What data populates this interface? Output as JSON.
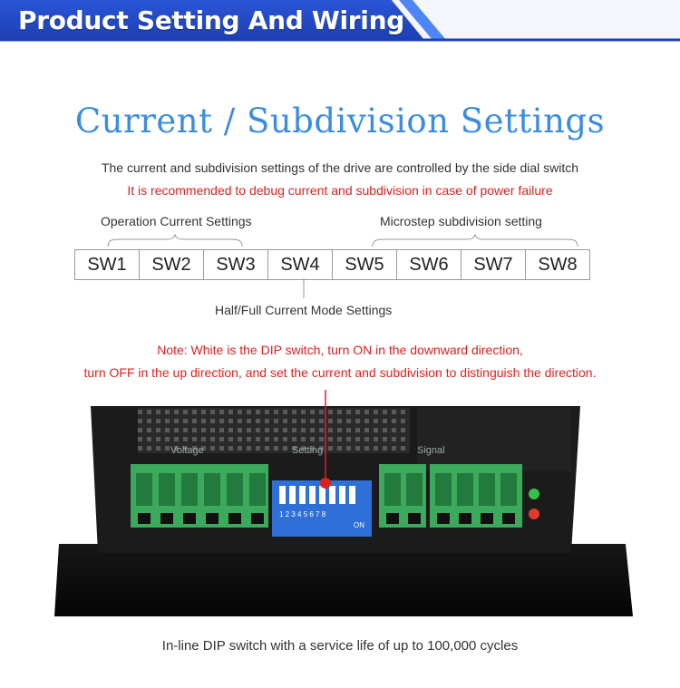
{
  "banner": {
    "title": "Product Setting And Wiring",
    "colors": {
      "primary": "#1f49c7",
      "accent": "#4f86f7"
    }
  },
  "section": {
    "title": "Current / Subdivision Settings",
    "description": "The current and subdivision settings of the drive are controlled by the side dial switch",
    "recommendation": "It is recommended to debug current and subdivision in case of power failure"
  },
  "switch_table": {
    "group_left_label": "Operation Current Settings",
    "group_right_label": "Microstep subdivision setting",
    "below_label": "Half/Full Current Mode Settings",
    "switches": [
      "SW1",
      "SW2",
      "SW3",
      "SW4",
      "SW5",
      "SW6",
      "SW7",
      "SW8"
    ]
  },
  "note": {
    "line1": "Note: White is the DIP switch, turn ON in the downward direction,",
    "line2": "turn OFF in the up direction, and set the current and subdivision to distinguish the direction."
  },
  "device": {
    "label_voltage": "Voltage",
    "label_setting": "Setting",
    "label_signal": "Signal",
    "dip_numbers": "1 2 3 4 5 6 7 8",
    "dip_on": "ON",
    "colors": {
      "body": "#1c1c1c",
      "terminal": "#3caa5c",
      "dip": "#2e6fd8",
      "led_green": "#36c24a",
      "led_red": "#e23a2a"
    }
  },
  "caption": "In-line DIP switch with a service life of up to 100,000 cycles"
}
